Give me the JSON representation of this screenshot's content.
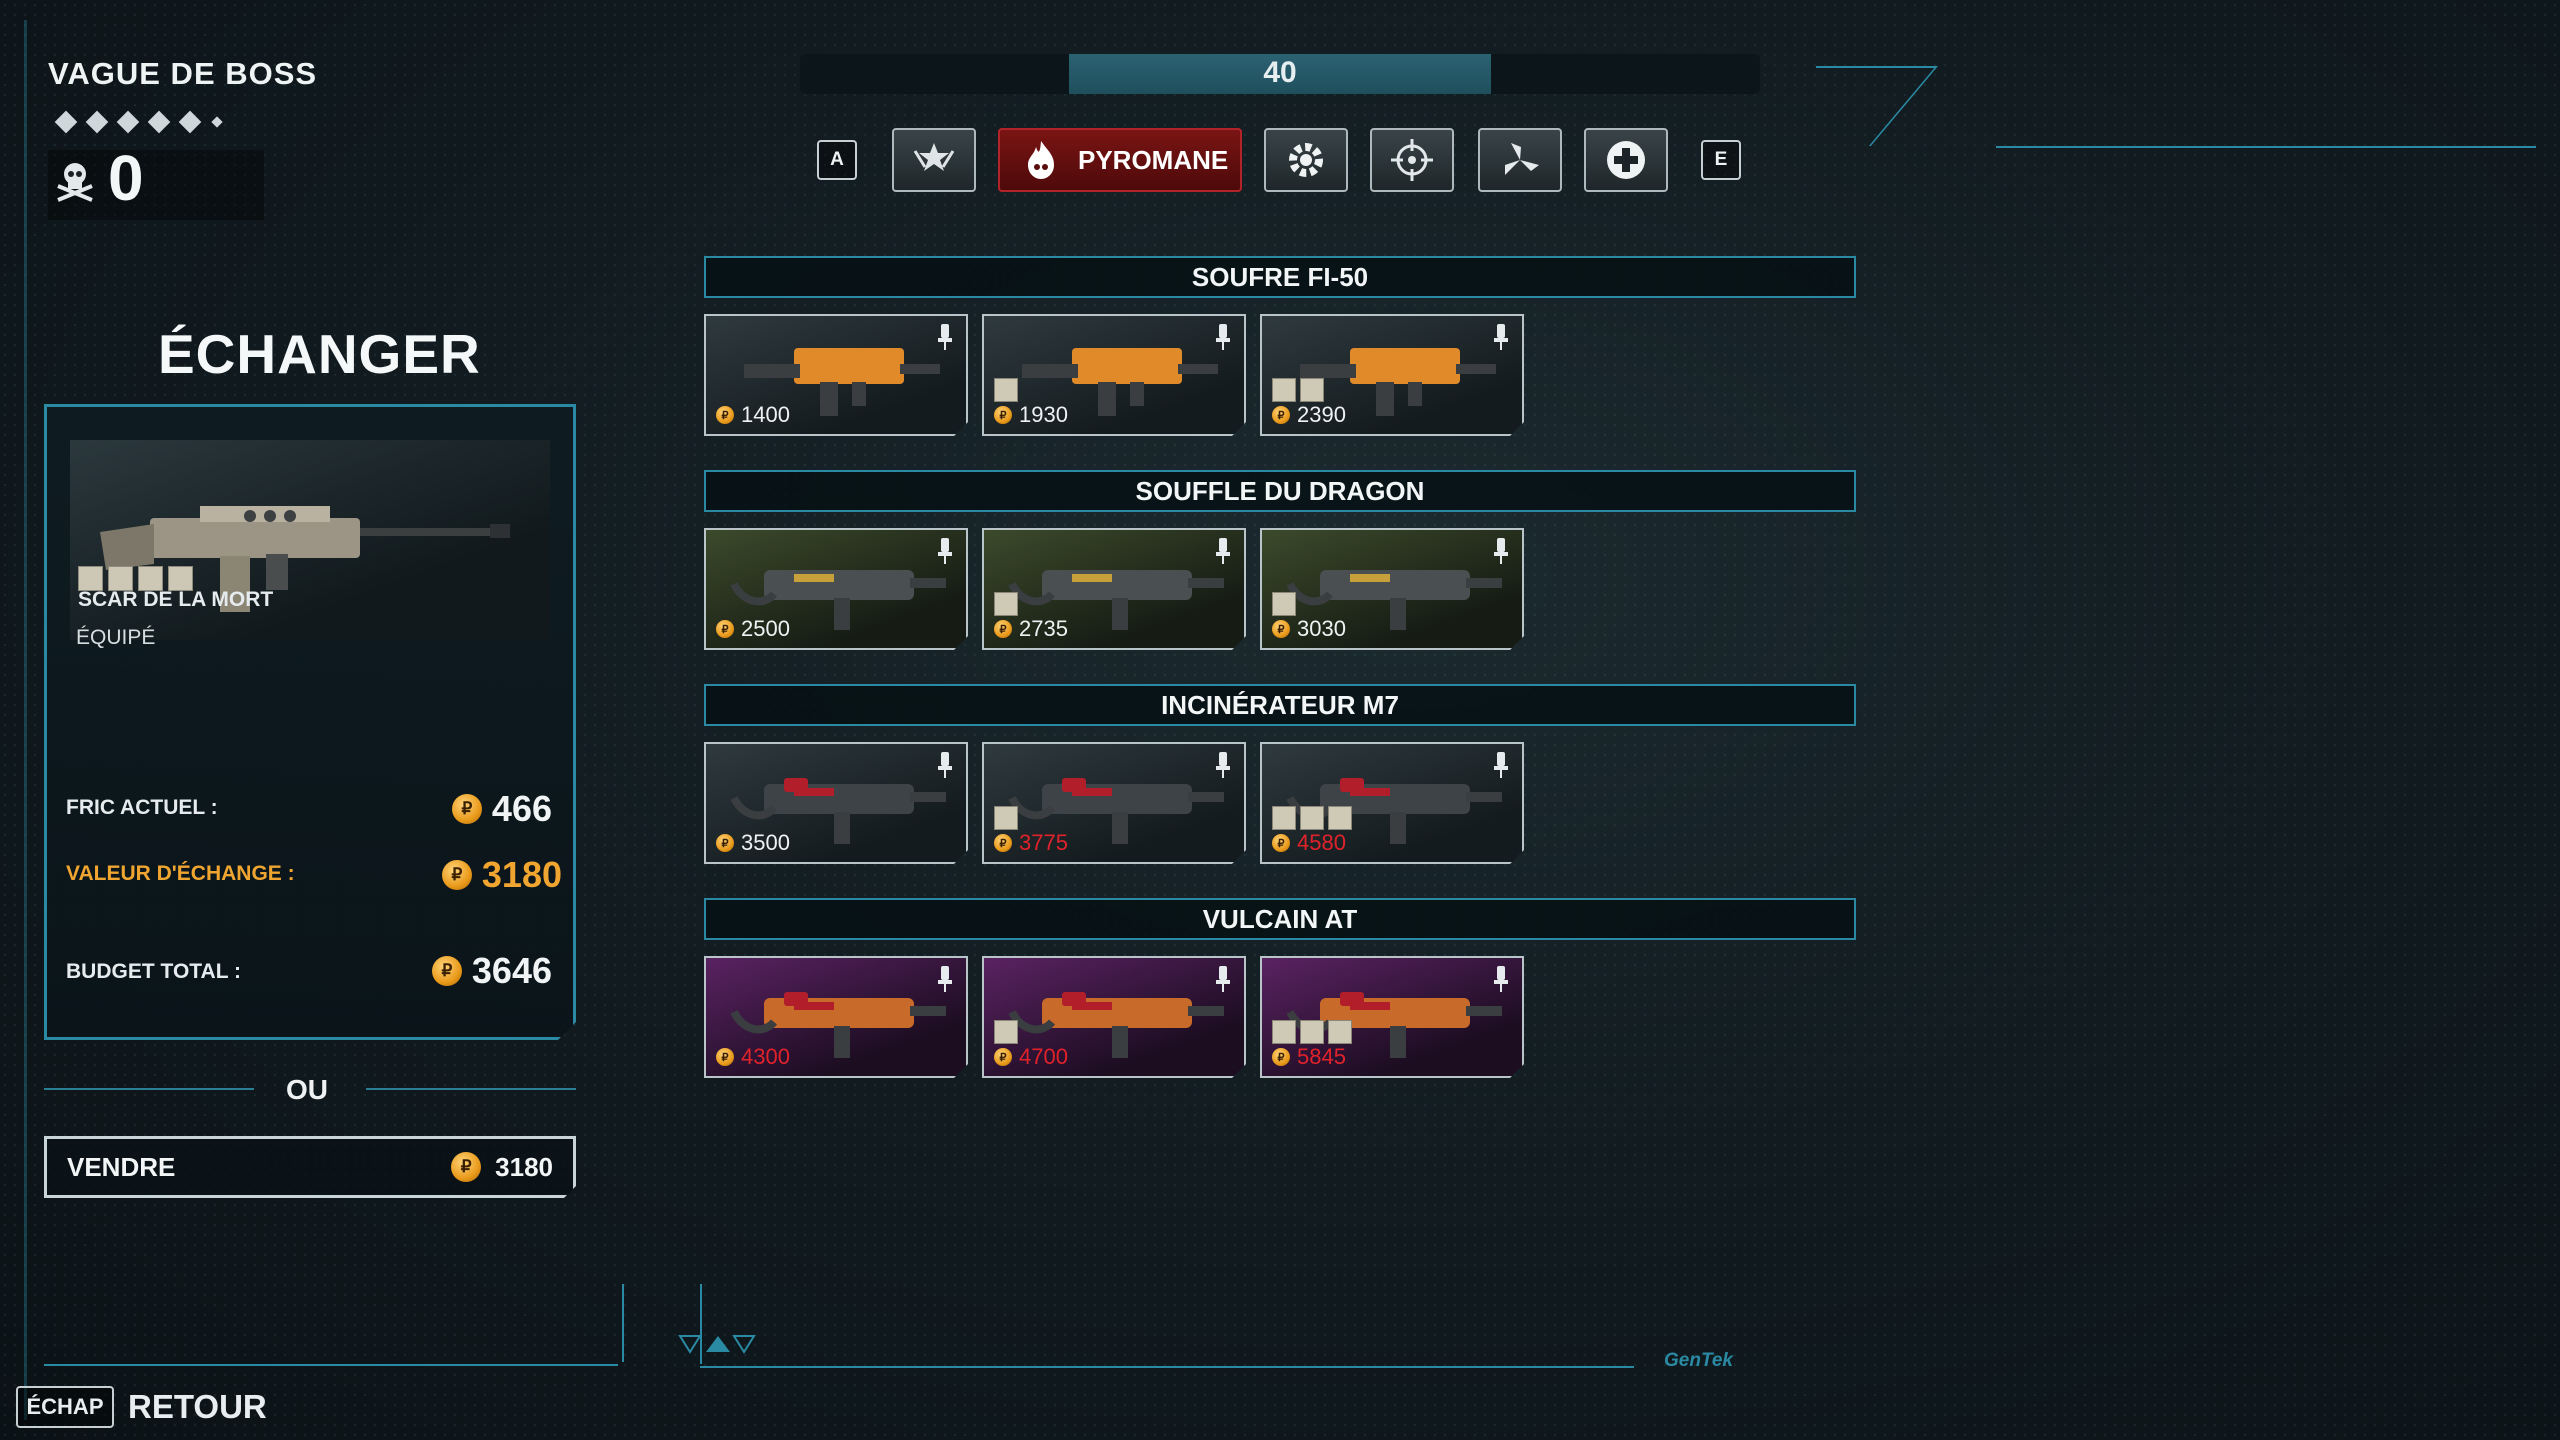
{
  "wave": {
    "title": "VAGUE DE BOSS",
    "kills": "0",
    "pips_filled": 5,
    "pips_total": 6
  },
  "exchange": {
    "title": "ÉCHANGER",
    "equipped_weapon": "SCAR DE LA MORT",
    "equipped_state": "ÉQUIPÉ",
    "current_money_label": "FRIC ACTUEL :",
    "current_money": "466",
    "trade_value_label": "VALEUR D'ÉCHANGE :",
    "trade_value": "3180",
    "total_budget_label": "BUDGET TOTAL :",
    "total_budget": "3646",
    "or_label": "OU",
    "sell_label": "VENDRE",
    "sell_price": "3180"
  },
  "level": {
    "value": "40",
    "progress": 0.44
  },
  "class_tabs": {
    "prev_key": "A",
    "next_key": "E",
    "selected_label": "PYROMANE",
    "icons": [
      "commando-icon",
      "pyromane-flame-icon",
      "gear-icon",
      "crosshair-icon",
      "triskelion-icon",
      "medic-cross-icon"
    ]
  },
  "weapon_groups": [
    {
      "name": "SOUFRE FI-50",
      "style": "orange-smg",
      "items": [
        {
          "price": "1400",
          "affordable": true,
          "attachments": 0
        },
        {
          "price": "1930",
          "affordable": true,
          "attachments": 1
        },
        {
          "price": "2390",
          "affordable": true,
          "attachments": 2
        }
      ]
    },
    {
      "name": "SOUFFLE DU DRAGON",
      "style": "green-shotgun",
      "items": [
        {
          "price": "2500",
          "affordable": true,
          "attachments": 0
        },
        {
          "price": "2735",
          "affordable": true,
          "attachments": 1
        },
        {
          "price": "3030",
          "affordable": true,
          "attachments": 1
        }
      ]
    },
    {
      "name": "INCINÉRATEUR M7",
      "style": "dark-flamethrower",
      "items": [
        {
          "price": "3500",
          "affordable": true,
          "attachments": 0
        },
        {
          "price": "3775",
          "affordable": false,
          "attachments": 1
        },
        {
          "price": "4580",
          "affordable": false,
          "attachments": 3
        }
      ]
    },
    {
      "name": "VULCAIN AT",
      "style": "purple-flamethrower",
      "items": [
        {
          "price": "4300",
          "affordable": false,
          "attachments": 0
        },
        {
          "price": "4700",
          "affordable": false,
          "attachments": 1
        },
        {
          "price": "5845",
          "affordable": false,
          "attachments": 3
        }
      ]
    }
  ],
  "footer": {
    "back_key": "ÉCHAP",
    "back_label": "RETOUR",
    "brand": "GenTek"
  },
  "colors": {
    "accent": "#2a8aa3",
    "gold": "#f0a531",
    "unaffordable": "#e0222a",
    "selected_tab": "#7a1414"
  }
}
